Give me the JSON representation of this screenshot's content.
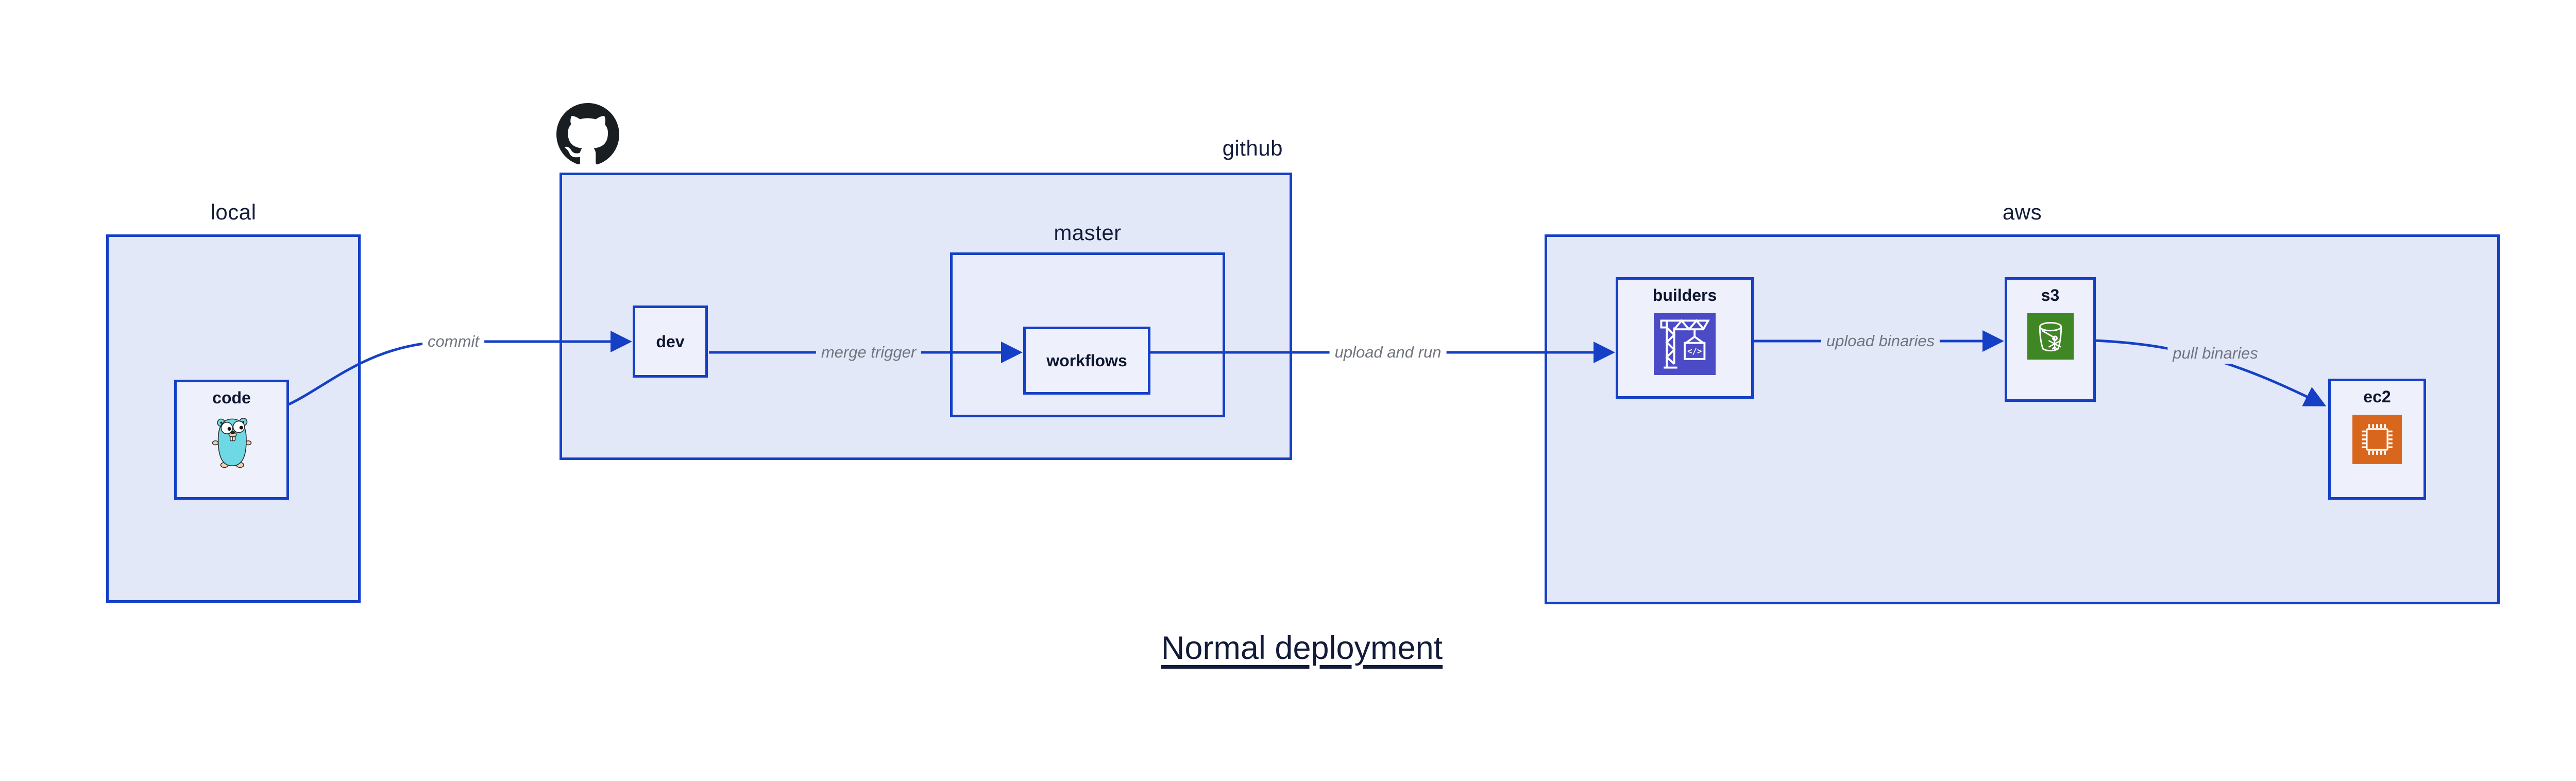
{
  "title": "Normal deployment",
  "groups": {
    "local": {
      "label": "local"
    },
    "github": {
      "label": "github",
      "logo_icon": "github-octocat-icon"
    },
    "master": {
      "label": "master"
    },
    "aws": {
      "label": "aws"
    }
  },
  "nodes": {
    "code": {
      "label": "code",
      "icon": "go-gopher-icon"
    },
    "dev": {
      "label": "dev"
    },
    "workflows": {
      "label": "workflows"
    },
    "builders": {
      "label": "builders",
      "icon": "codebuild-crane-icon"
    },
    "s3": {
      "label": "s3",
      "icon": "s3-glacier-bucket-icon"
    },
    "ec2": {
      "label": "ec2",
      "icon": "ec2-chip-icon"
    }
  },
  "edges": [
    {
      "from": "code",
      "to": "dev",
      "label": "commit"
    },
    {
      "from": "dev",
      "to": "workflows",
      "label": "merge trigger"
    },
    {
      "from": "workflows",
      "to": "builders",
      "label": "upload and run"
    },
    {
      "from": "builders",
      "to": "s3",
      "label": "upload binaries"
    },
    {
      "from": "s3",
      "to": "ec2",
      "label": "pull binaries"
    }
  ],
  "colors": {
    "canvas": "#ffffff",
    "box_border": "#1540c6",
    "arrow": "#1540c6",
    "group_fill": "#e3e8f9",
    "nested_fill": "#e9edfb",
    "leaf_fill": "#eef1fc",
    "group_label": "#141d3b",
    "node_label": "#0e1630",
    "edge_label": "#6f747e",
    "title_text": "#131b3a",
    "github_logo": "#191e23",
    "gopher_teal": "#6fd8e5",
    "codebuild_purple": "#4b4bc8",
    "glacier_green": "#3f8624",
    "ec2_orange": "#d9661d"
  }
}
